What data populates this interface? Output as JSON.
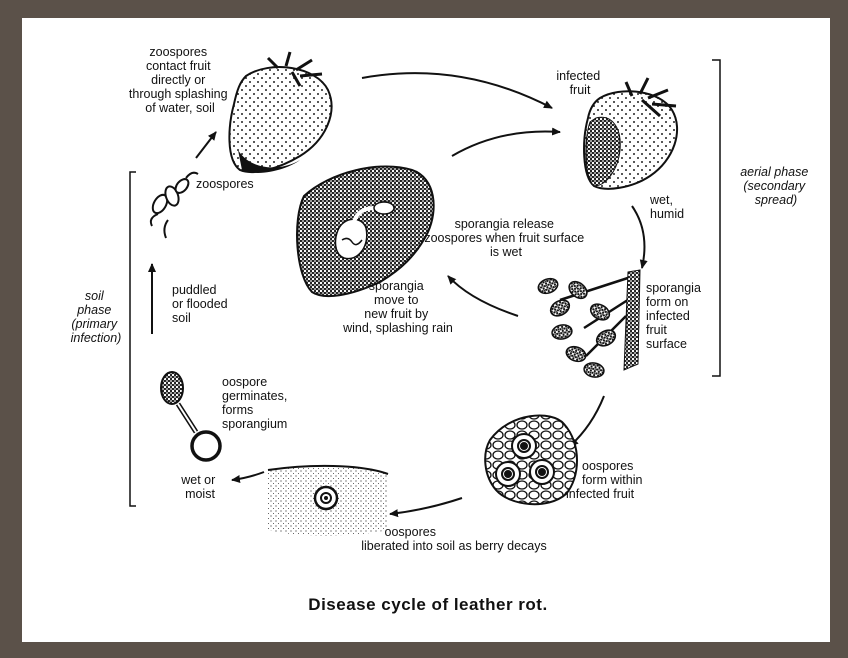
{
  "title": "Disease cycle of leather rot.",
  "labels": {
    "zoospores_contact": [
      "zoospores",
      "contact fruit",
      "directly or",
      "through splashing",
      "of water, soil"
    ],
    "infected_fruit": [
      "infected",
      "fruit"
    ],
    "zoospores": "zoospores",
    "sporangia_release": [
      "sporangia release",
      "zoospores when  fruit surface",
      "is wet"
    ],
    "wet_humid": [
      "wet,",
      "humid"
    ],
    "sporangia_form": [
      "sporangia",
      "form on",
      "infected",
      "fruit",
      "surface"
    ],
    "sporangia_move": [
      "sporangia",
      "move to",
      "new fruit by",
      "wind, splashing rain"
    ],
    "puddled": [
      "puddled",
      "or flooded",
      "soil"
    ],
    "oospore_germinates": [
      "oospore",
      "germinates,",
      "forms",
      "sporangium"
    ],
    "wet_moist": [
      "wet or",
      "moist"
    ],
    "oospores_within": [
      "oospores",
      "form within",
      "infected fruit"
    ],
    "oospores_liberated": [
      "oospores",
      "liberated into soil as berry decays"
    ]
  },
  "phases": {
    "aerial": [
      "aerial phase",
      "(secondary",
      "spread)"
    ],
    "soil": [
      "soil",
      "phase",
      "(primary",
      "infection)"
    ]
  },
  "colors": {
    "frame": "#5b5149",
    "ink": "#111111"
  }
}
